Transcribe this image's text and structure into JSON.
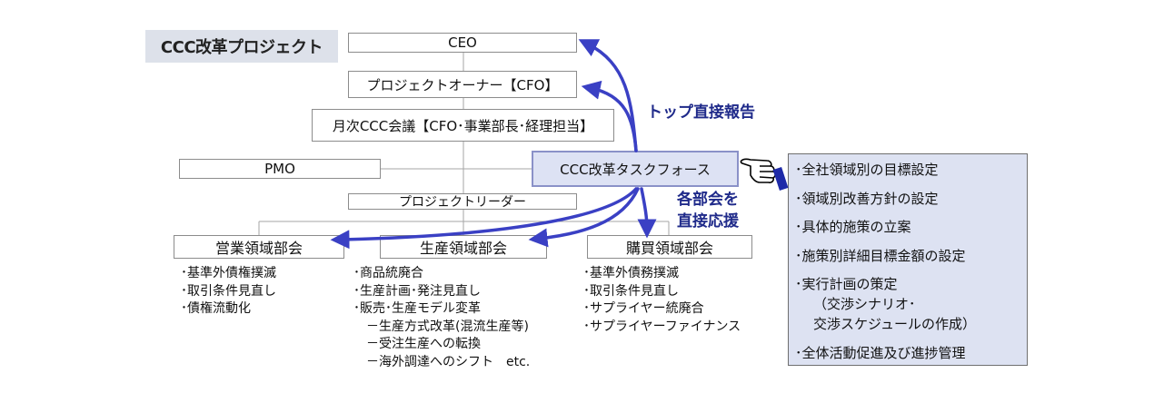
{
  "title": "CCC改革プロジェクト",
  "org": {
    "ceo": "CEO",
    "owner": "プロジェクトオーナー【CFO】",
    "meeting": "月次CCC会議【CFO･事業部長･経理担当】",
    "pmo": "PMO",
    "leader": "プロジェクトリーダー",
    "taskforce": "CCC改革タスクフォース"
  },
  "labels": {
    "top_report": "トップ直接報告",
    "support_line1": "各部会を",
    "support_line2": "直接応援"
  },
  "departments": [
    {
      "name": "営業領域部会",
      "items": [
        "･基準外債権撲滅",
        "･取引条件見直し",
        "･債権流動化"
      ]
    },
    {
      "name": "生産領域部会",
      "items": [
        "･商品統廃合",
        "･生産計画･発注見直し",
        "･販売･生産モデル変革",
        "　－生産方式改革(混流生産等)",
        "　－受注生産への転換",
        "　－海外調達へのシフト　etc."
      ]
    },
    {
      "name": "購買領域部会",
      "items": [
        "･基準外債務撲滅",
        "･取引条件見直し",
        "･サプライヤー統廃合",
        "･サプライヤーファイナンス"
      ]
    }
  ],
  "taskforce_roles": {
    "items": [
      {
        "text": "･全社領域別の目標設定"
      },
      {
        "text": "･領域別改善方針の設定"
      },
      {
        "text": "･具体的施策の立案"
      },
      {
        "text": "･施策別詳細目標金額の設定"
      },
      {
        "text": "･実行計画の策定",
        "sub1": "（交渉シナリオ･",
        "sub2": "交渉スケジュールの作成）"
      },
      {
        "text": "･全体活動促進及び進捗管理"
      }
    ]
  },
  "colors": {
    "arrow": "#3a40c4",
    "label_text": "#1f2a8a",
    "taskforce_fill": "#dde2f4",
    "panel_fill": "#dde2f2",
    "title_fill": "#dde1ea"
  },
  "icons": {
    "pointer": "pointing-hand-icon"
  }
}
